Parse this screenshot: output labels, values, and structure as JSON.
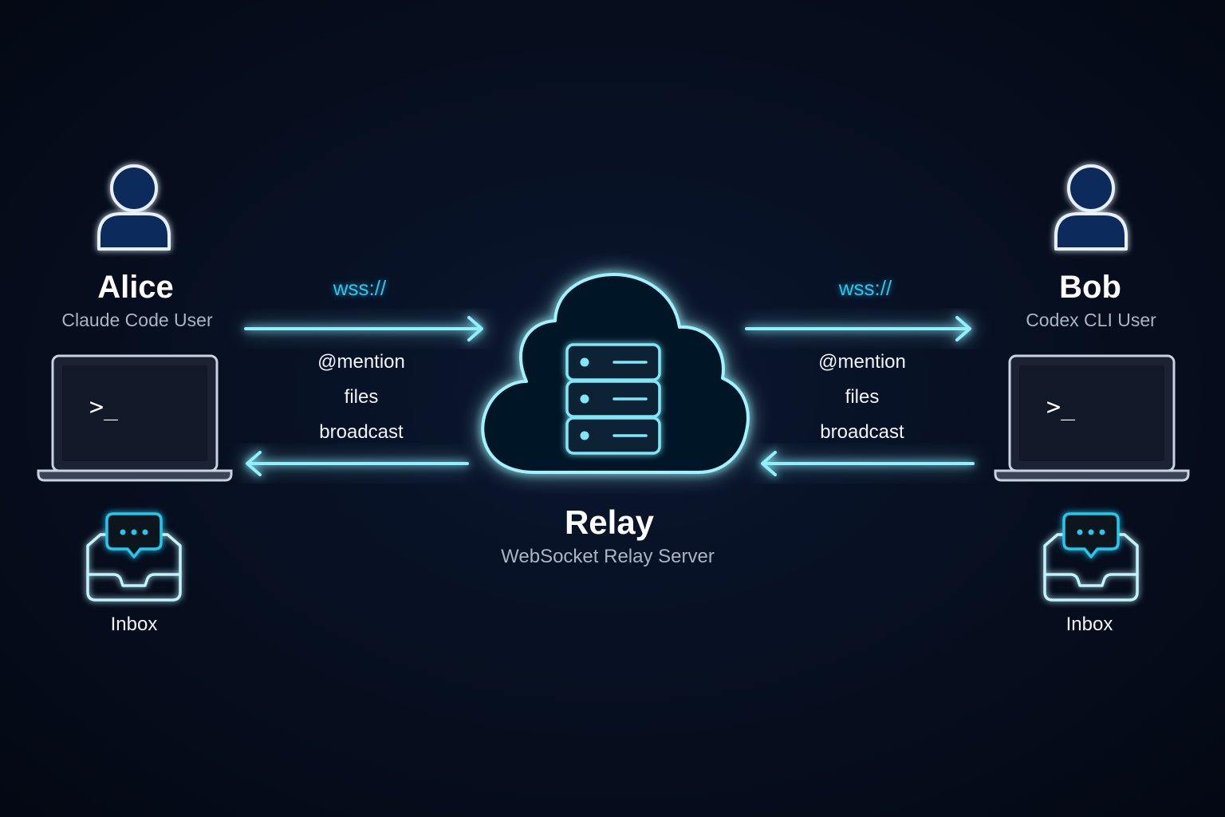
{
  "alice": {
    "name": "Alice",
    "role": "Claude Code User",
    "terminal_prompt": ">_",
    "inbox_label": "Inbox"
  },
  "bob": {
    "name": "Bob",
    "role": "Codex CLI User",
    "terminal_prompt": ">_",
    "inbox_label": "Inbox"
  },
  "relay": {
    "name": "Relay",
    "subtitle": "WebSocket Relay Server"
  },
  "left_link": {
    "protocol": "wss://",
    "features": [
      "@mention",
      "files",
      "broadcast"
    ]
  },
  "right_link": {
    "protocol": "wss://",
    "features": [
      "@mention",
      "files",
      "broadcast"
    ]
  },
  "colors": {
    "background": "#050a18",
    "glow_cyan": "#22c8f0",
    "line_cyan": "#8ff0ff",
    "icon_outline": "#e6f0ff",
    "user_fill": "#0d2a5c"
  }
}
